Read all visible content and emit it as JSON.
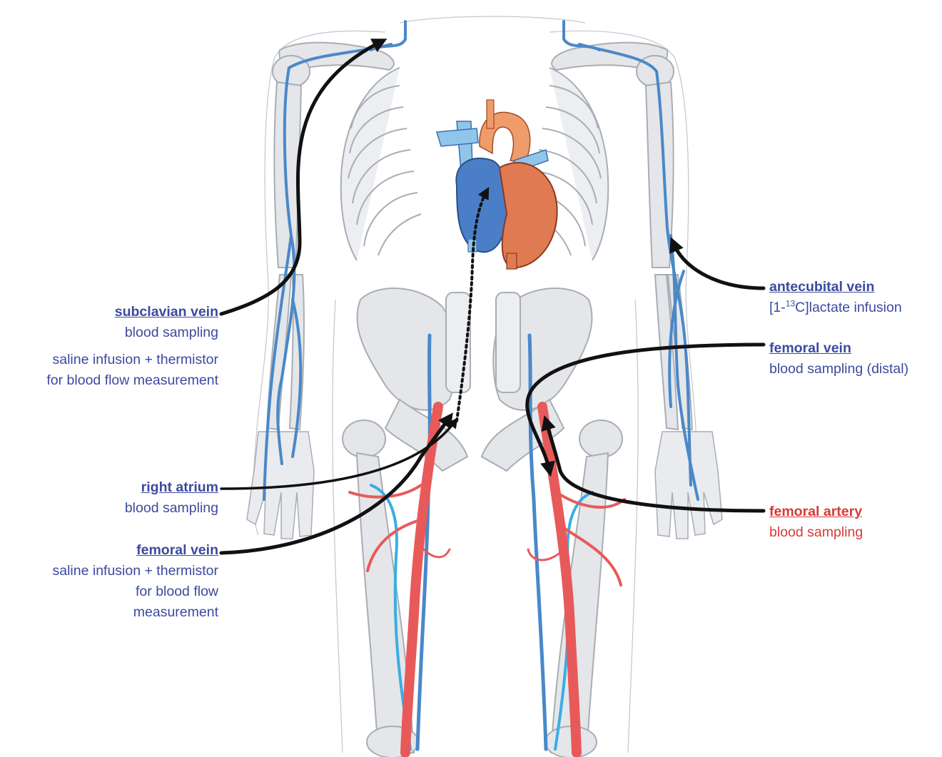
{
  "colors": {
    "vein": "#4a88c8",
    "vein_light": "#3aaee0",
    "artery": "#e85a5a",
    "bone": "#e4e6ea",
    "bone_line": "#a9adb4",
    "label_blue": "#3c4a9e",
    "label_red": "#d83a36",
    "arrow": "#111111",
    "heart_vein": "#4a7fc8",
    "heart_artery": "#e07a52"
  },
  "labels": {
    "subclavian": {
      "title": "subclavian vein",
      "line1": "blood sampling",
      "line2": "saline infusion + thermistor",
      "line3": "for blood flow measurement"
    },
    "right_atrium": {
      "title": "right atrium",
      "line1": "blood sampling"
    },
    "femoral_vein_left": {
      "title": "femoral vein",
      "line1": "saline infusion + thermistor",
      "line2": "for blood flow",
      "line3": "measurement"
    },
    "antecubital": {
      "title": "antecubital vein",
      "line1_prefix": "[1-",
      "line1_sup": "13",
      "line1_suffix": "C]lactate infusion"
    },
    "femoral_vein_right": {
      "title": "femoral vein",
      "line1": "blood sampling (distal)"
    },
    "femoral_artery": {
      "title": "femoral artery",
      "line1": "blood sampling"
    }
  }
}
